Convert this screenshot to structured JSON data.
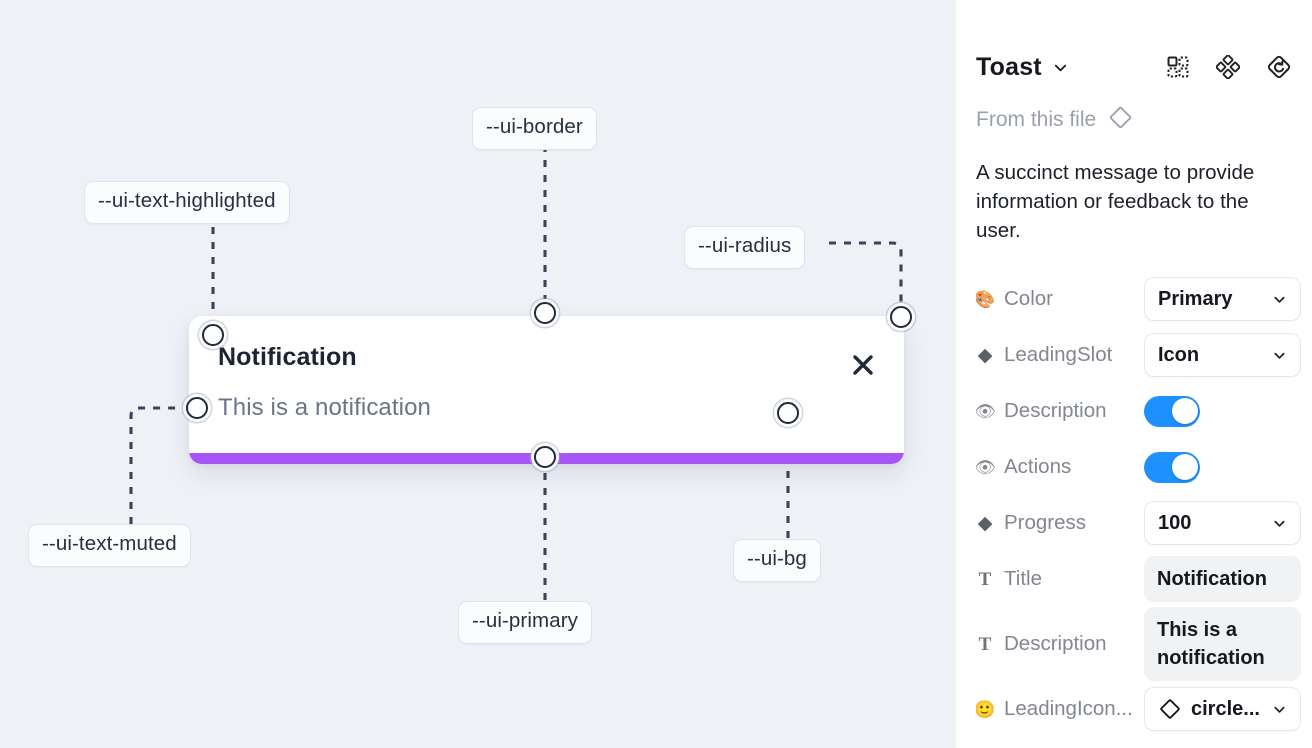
{
  "canvas": {
    "background_color": "#eef1f6",
    "tokens": [
      {
        "id": "ui-border",
        "label": "--ui-border"
      },
      {
        "id": "ui-text-highlighted",
        "label": "--ui-text-highlighted"
      },
      {
        "id": "ui-radius",
        "label": "--ui-radius"
      },
      {
        "id": "ui-text-muted",
        "label": "--ui-text-muted"
      },
      {
        "id": "ui-primary",
        "label": "--ui-primary"
      },
      {
        "id": "ui-bg",
        "label": "--ui-bg"
      }
    ],
    "toast": {
      "title": "Notification",
      "description": "This is a notification",
      "close_icon": "close-icon",
      "progress_color": "#a855f7",
      "background_color": "#ffffff"
    }
  },
  "panel": {
    "title": "Toast",
    "title_caret_icon": "chevron-down-icon",
    "header_icons": [
      {
        "name": "component-set-icon"
      },
      {
        "name": "component-icon"
      },
      {
        "name": "reset-instance-icon"
      }
    ],
    "from_this_file": {
      "label": "From this file",
      "icon": "diamond-icon"
    },
    "description": "A succinct message to provide information or feedback to the user.",
    "properties": [
      {
        "icon": "palette-emoji",
        "icon_glyph": "🎨",
        "icon_kind": "emoji",
        "label": "Color",
        "control": "select",
        "value": "Primary",
        "caret": "chevron-down-icon"
      },
      {
        "icon": "diamond-icon",
        "icon_glyph": "◆",
        "icon_kind": "diamond",
        "label": "LeadingSlot",
        "control": "select",
        "value": "Icon",
        "caret": "chevron-down-icon"
      },
      {
        "icon": "eye-emoji",
        "icon_glyph": "👁",
        "icon_kind": "emoji",
        "label": "Description",
        "control": "toggle",
        "value": "on",
        "toggle_color": "#1e90ff"
      },
      {
        "icon": "eye-emoji",
        "icon_glyph": "👁",
        "icon_kind": "emoji",
        "label": "Actions",
        "control": "toggle",
        "value": "on",
        "toggle_color": "#1e90ff"
      },
      {
        "icon": "diamond-icon",
        "icon_glyph": "◆",
        "icon_kind": "diamond",
        "label": "Progress",
        "control": "select",
        "value": "100",
        "caret": "chevron-down-icon"
      },
      {
        "icon": "text-icon",
        "icon_glyph": "T",
        "icon_kind": "t",
        "label": "Title",
        "control": "textfield",
        "value": "Notification"
      },
      {
        "icon": "text-icon",
        "icon_glyph": "T",
        "icon_kind": "t",
        "label": "Description",
        "control": "textfield",
        "value": "This is a notification"
      },
      {
        "icon": "smiley-emoji",
        "icon_glyph": "🙂",
        "icon_kind": "emoji",
        "label": "LeadingIcon...",
        "control": "select",
        "value": "circle...",
        "lead_icon": "diamond-icon",
        "caret": "chevron-down-icon"
      }
    ]
  }
}
